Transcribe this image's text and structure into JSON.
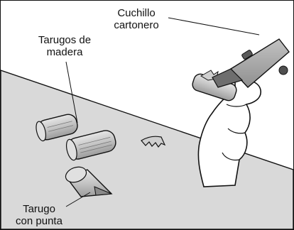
{
  "labels": {
    "knife_line1": "Cuchillo",
    "knife_line2": "cartonero",
    "dowels_line1": "Tarugos de",
    "dowels_line2": "madera",
    "pointed_line1": "Tarugo",
    "pointed_line2": "con punta"
  },
  "colors": {
    "table": "#d9d9d9",
    "dowel": "#c9c9c9",
    "knife_body": "#a7a7a7",
    "knife_tip": "#6e6e6e",
    "outline": "#111111"
  }
}
